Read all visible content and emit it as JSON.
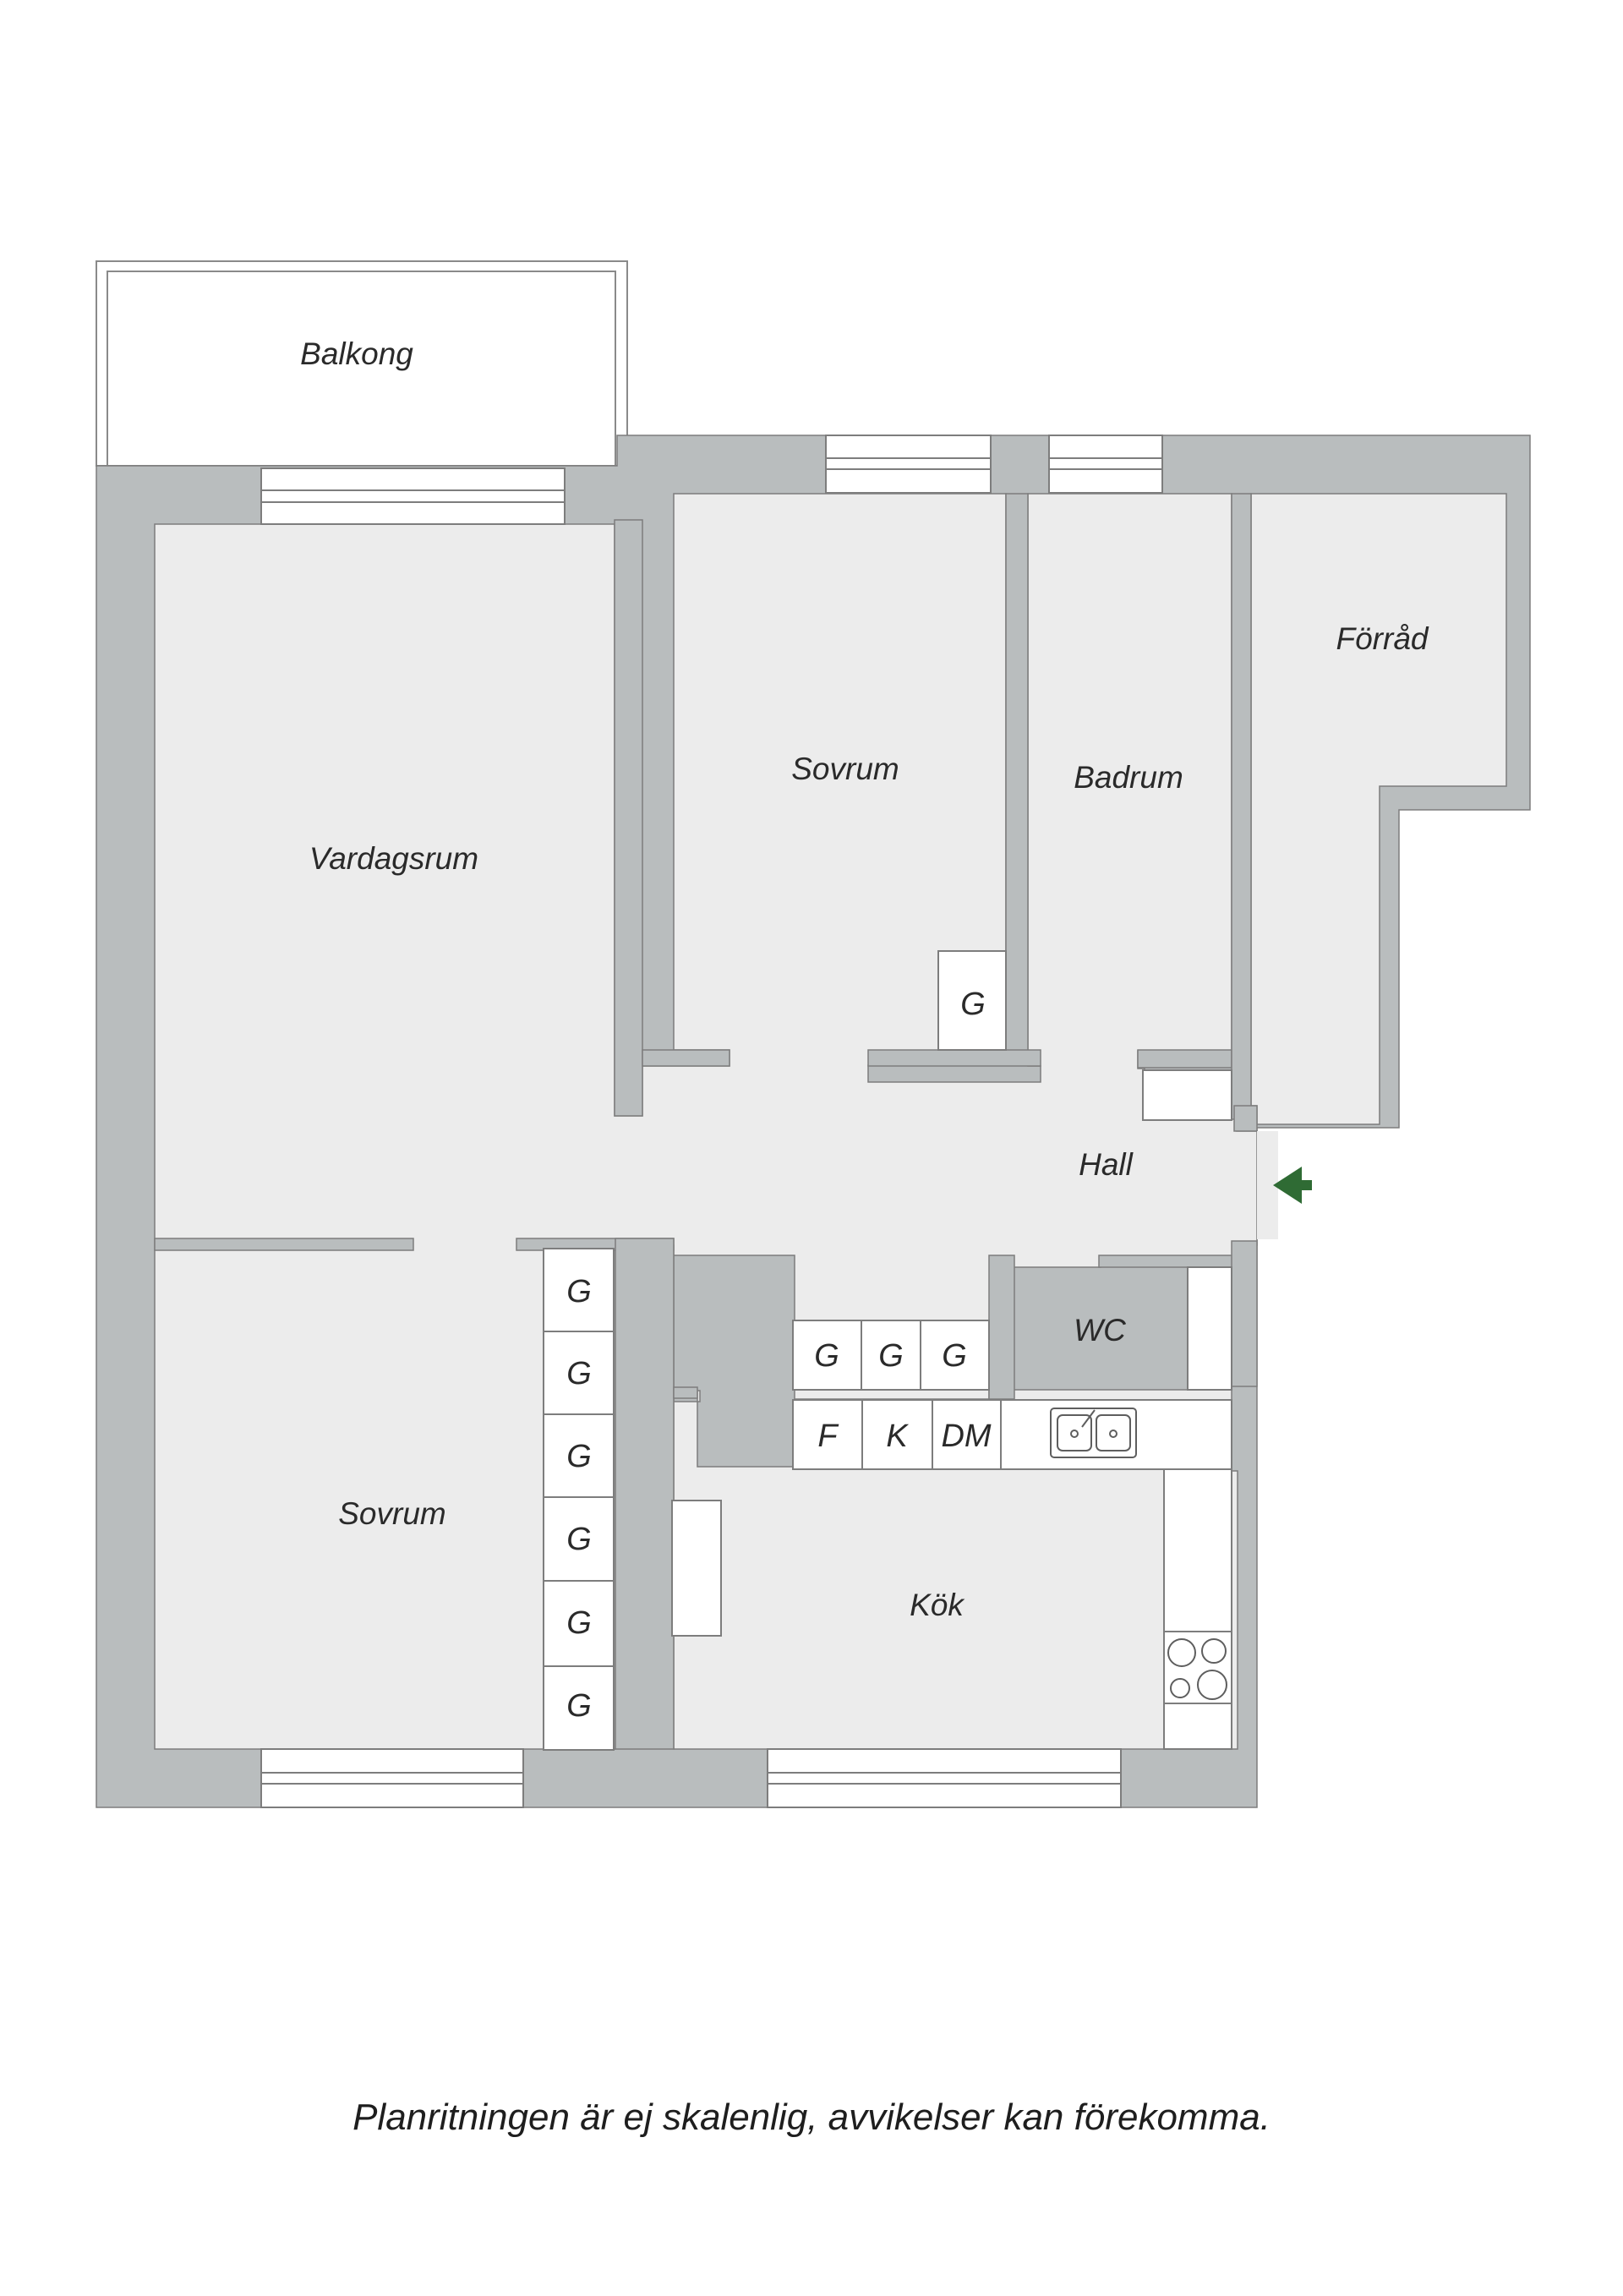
{
  "rooms": {
    "balkong": "Balkong",
    "vardagsrum": "Vardagsrum",
    "sovrum_top": "Sovrum",
    "badrum": "Badrum",
    "forrad": "Förråd",
    "hall": "Hall",
    "sovrum_bottom": "Sovrum",
    "wc": "WC",
    "kok": "Kök"
  },
  "fixtures": {
    "closet": "G",
    "fridge": "F",
    "freezer": "K",
    "dishwasher": "DM"
  },
  "icons": {
    "entrance": "entrance-arrow-icon",
    "sink": "sink-icon",
    "stove": "stove-icon"
  },
  "colors": {
    "wall": "#b9bdbe",
    "floor": "#ececec",
    "line": "#7d7d7d",
    "entrance_arrow": "#2f6b34"
  },
  "disclaimer": "Planritningen är ej skalenlig, avvikelser kan förekomma."
}
